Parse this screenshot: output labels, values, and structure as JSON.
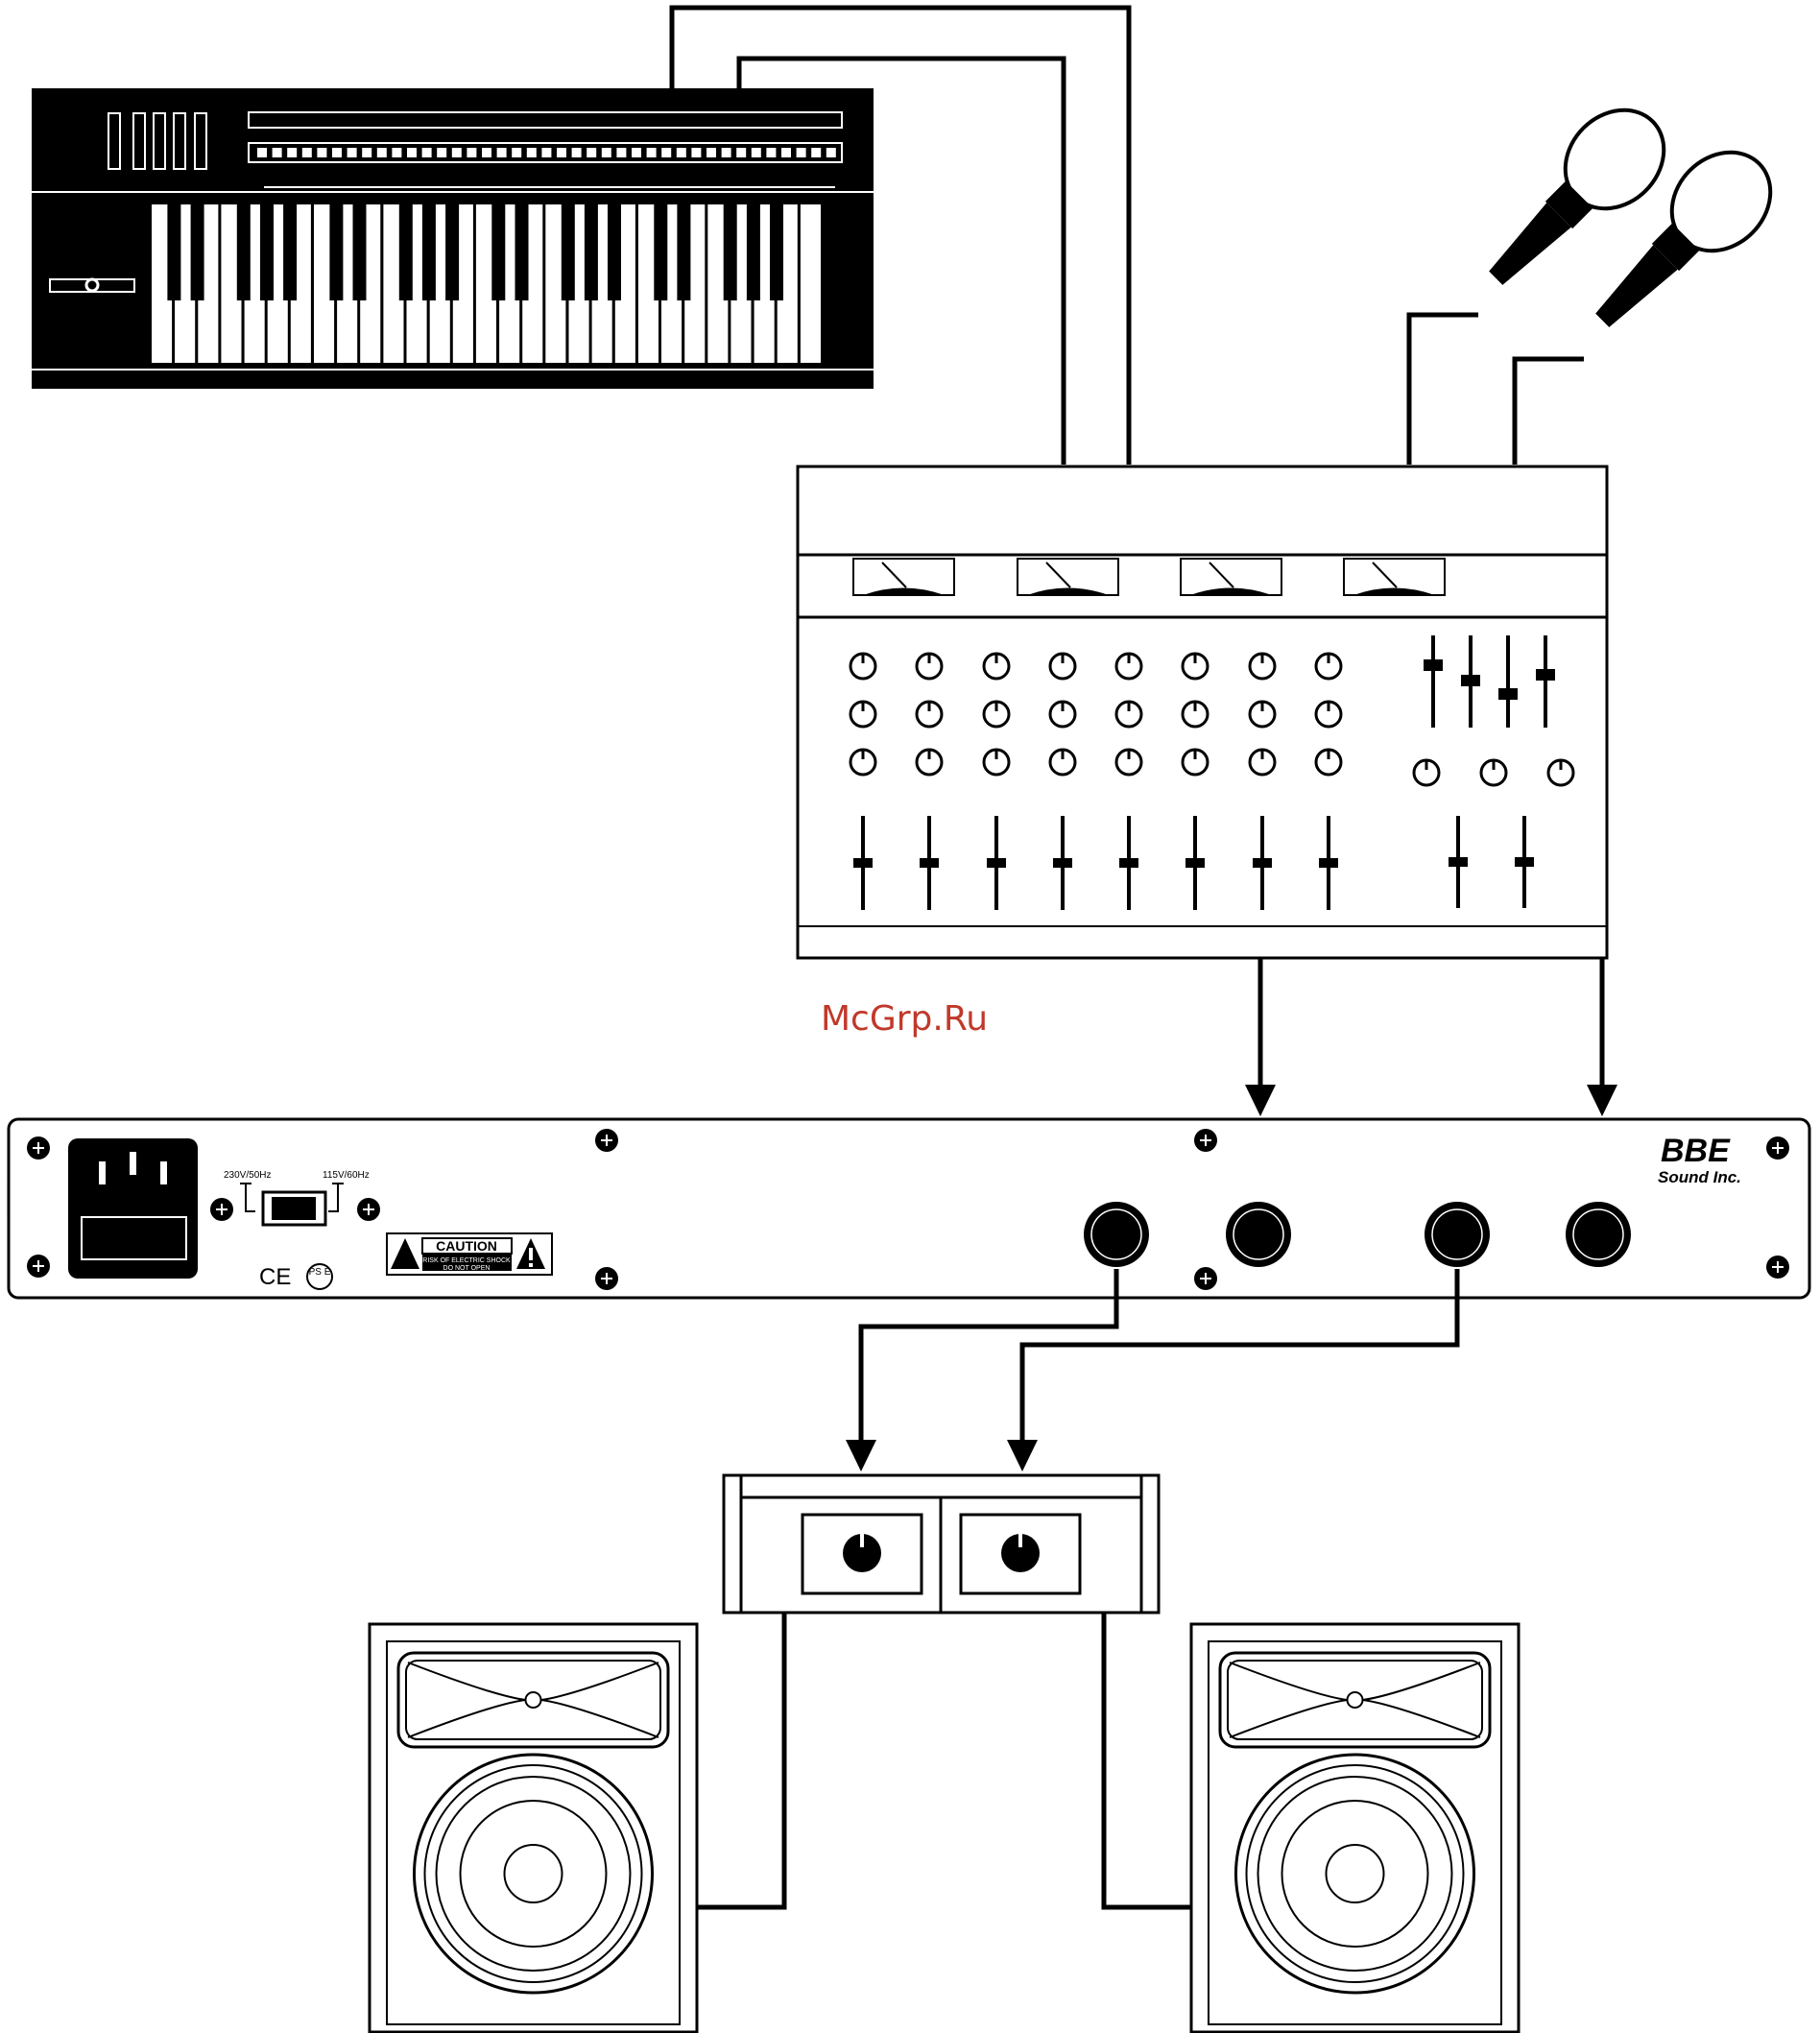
{
  "watermark": "McGrp.Ru",
  "processor": {
    "brand_logo": "BBE",
    "brand_sub": "Sound Inc.",
    "voltage_230": "230V/50Hz",
    "voltage_115": "115V/60Hz",
    "caution_title": "CAUTION",
    "caution_line1": "RISK OF ELECTRIC SHOCK",
    "caution_line2": "DO NOT OPEN",
    "ce_mark": "CE",
    "pse_mark": "PS E"
  },
  "colors": {
    "ink": "#000000",
    "watermark": "#c0392b",
    "background": "#ffffff"
  },
  "icons": [
    "keyboard-icon",
    "microphone-icon",
    "mixer-icon",
    "rack-processor-icon",
    "amplifier-icon",
    "speaker-icon",
    "arrow-down-icon"
  ]
}
